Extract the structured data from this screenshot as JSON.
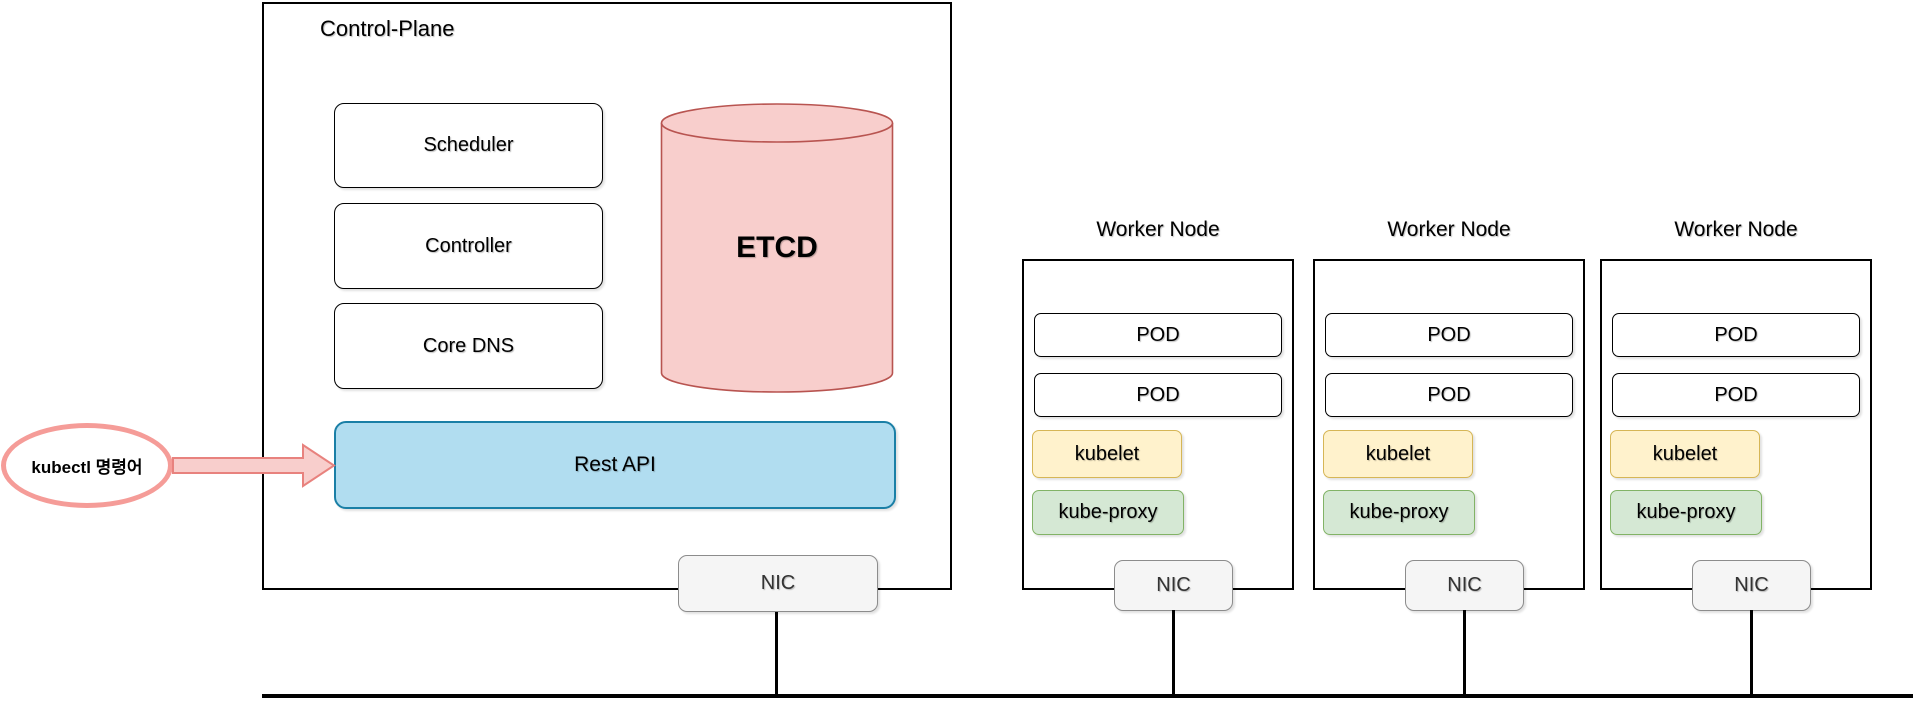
{
  "control_plane": {
    "title": "Control-Plane",
    "boxes": [
      {
        "label": "Scheduler"
      },
      {
        "label": "Controller"
      },
      {
        "label": "Core DNS"
      }
    ],
    "etcd": {
      "label": "ETCD"
    },
    "rest_api": {
      "label": "Rest API"
    },
    "nic": {
      "label": "NIC"
    }
  },
  "kubectl_callout": {
    "label": "kubectl 명령어"
  },
  "workers": [
    {
      "title": "Worker Node",
      "pods": [
        "POD",
        "POD"
      ],
      "kubelet": "kubelet",
      "kube_proxy": "kube-proxy",
      "nic": "NIC"
    },
    {
      "title": "Worker Node",
      "pods": [
        "POD",
        "POD"
      ],
      "kubelet": "kubelet",
      "kube_proxy": "kube-proxy",
      "nic": "NIC"
    },
    {
      "title": "Worker Node",
      "pods": [
        "POD",
        "POD"
      ],
      "kubelet": "kubelet",
      "kube_proxy": "kube-proxy",
      "nic": "NIC"
    }
  ],
  "colors": {
    "etcd_fill": "#F8CECC",
    "etcd_stroke": "#B85450",
    "rest_api_fill": "#B1DDF0",
    "rest_api_stroke": "#1A7FA6",
    "kubelet_fill": "#FFF2CC",
    "kubelet_stroke": "#D6B656",
    "kube_proxy_fill": "#D5E8D4",
    "kube_proxy_stroke": "#82B366",
    "nic_fill": "#F5F5F5",
    "nic_stroke": "#8C8C8C",
    "callout_stroke": "#F59C98",
    "arrow_fill": "#F8CECC",
    "arrow_stroke": "#E8827E",
    "line_color": "#000000"
  }
}
